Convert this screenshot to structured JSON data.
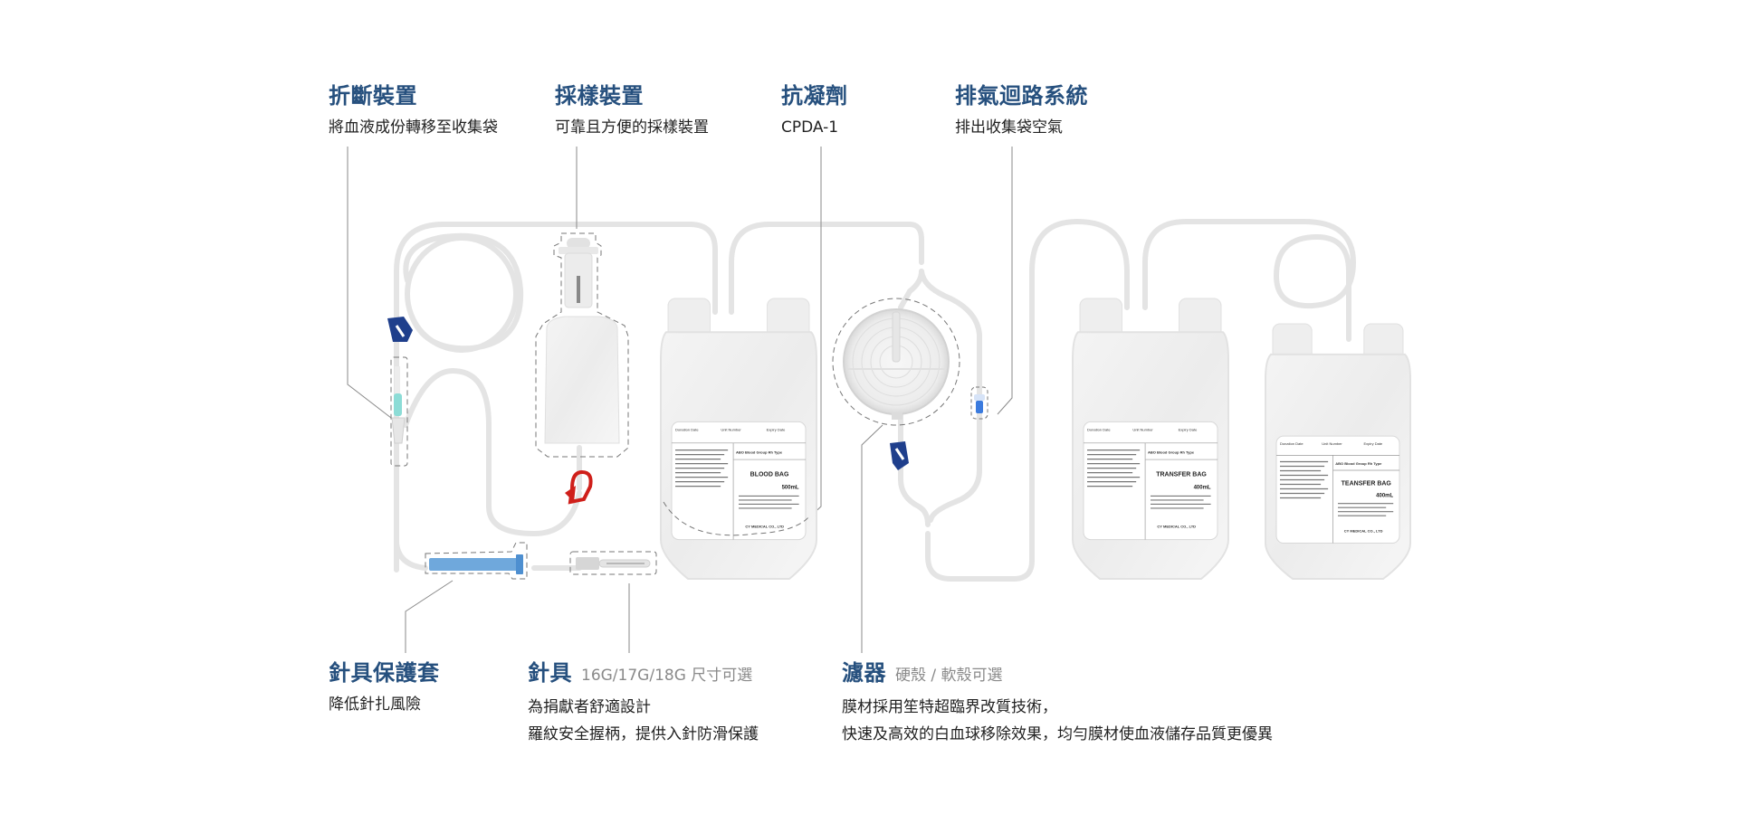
{
  "colors": {
    "title": "#26507e",
    "text": "#222222",
    "note": "#8a8a8a",
    "leader_line": "#888888",
    "tube": "#e6e6e6",
    "clamp_blue": "#22458f",
    "clamp_red": "#d0201b",
    "needle_cover": "#6fa8dc",
    "connector_teal": "#7fd6d2"
  },
  "top_labels": [
    {
      "title": "折斷裝置",
      "desc": "將血液成份轉移至收集袋"
    },
    {
      "title": "採樣裝置",
      "desc": "可靠且方便的採樣裝置"
    },
    {
      "title": "抗凝劑",
      "desc": "CPDA-1"
    },
    {
      "title": "排氣迴路系統",
      "desc": "排出收集袋空氣"
    }
  ],
  "bottom_labels": [
    {
      "title": "針具保護套",
      "note": "",
      "desc": [
        "降低針扎風險"
      ]
    },
    {
      "title": "針具",
      "note": "16G/17G/18G 尺寸可選",
      "desc": [
        "為捐獻者舒適設計",
        "羅紋安全握柄，提供入針防滑保護"
      ]
    },
    {
      "title": "濾器",
      "note": "硬殼 / 軟殼可選",
      "desc": [
        "膜材採用笙特超臨界改質技術，",
        "快速及高效的白血球移除效果，均勻膜材使血液儲存品質更優異"
      ]
    }
  ],
  "bags": [
    {
      "name": "BLOOD BAG",
      "volume": "500mL",
      "blood_group_header": "ABO Blood Group Rh Type",
      "maker": "CY MEDICAL CO., LTD"
    },
    {
      "name": "TRANSFER BAG",
      "volume": "400mL",
      "blood_group_header": "ABO Blood Group Rh Type",
      "maker": "CY MEDICAL CO., LTD"
    },
    {
      "name": "TEANSFER BAG",
      "volume": "400mL",
      "blood_group_header": "ABO Blood Group Rh Type",
      "maker": "CY MEDICAL CO., LTD"
    }
  ],
  "bag_label_fields": [
    "Donation Date",
    "Unit Number",
    "Expiry Date"
  ]
}
